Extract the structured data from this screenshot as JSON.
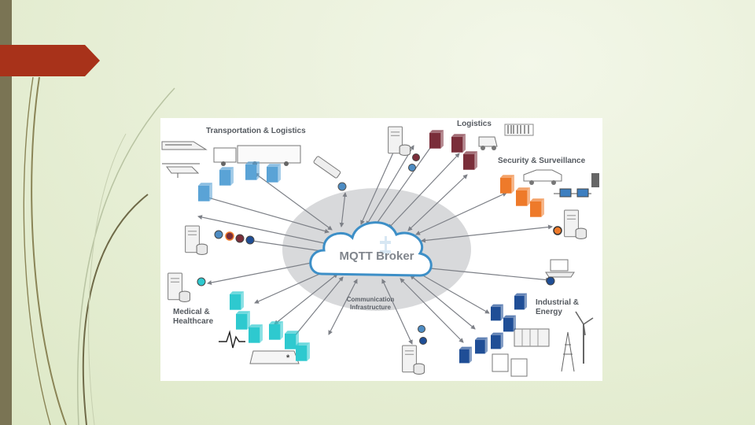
{
  "slide": {
    "accent_color": "#a8321a",
    "sidebar_color": "#7a7454"
  },
  "diagram": {
    "center": "MQTT Broker",
    "core": "Communication\nInfrastructure",
    "groups": {
      "transport": "Transportation & Logistics",
      "logistics": "Logistics",
      "security": "Security & Surveillance",
      "medical": "Medical &\nHealthcare",
      "industrial": "Industrial &\nEnergy"
    },
    "colors": {
      "transport": "#5aa3d6",
      "logistics": "#7a2e3a",
      "security": "#ee7a2a",
      "medical": "#2ec9cf",
      "industrial": "#1f4e96",
      "connector": "#7d8087"
    }
  }
}
